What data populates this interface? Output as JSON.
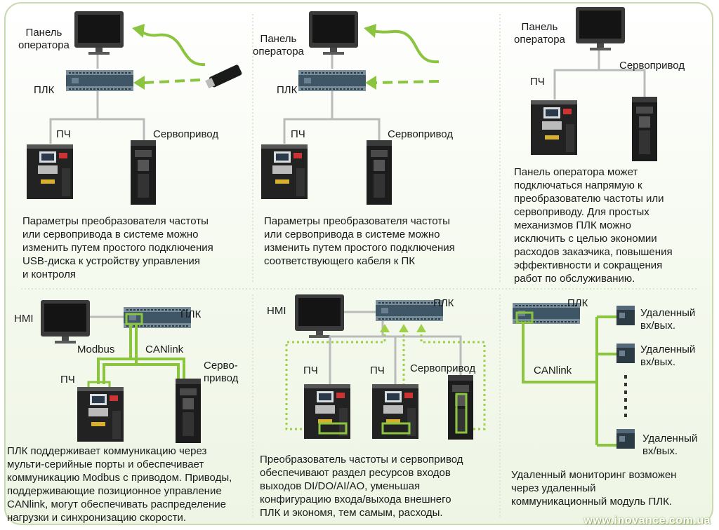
{
  "panels": {
    "p1": {
      "panel_label": "Панель\nоператора",
      "plc": "ПЛК",
      "vfd": "ПЧ",
      "servo": "Сервопривод",
      "text": "Параметры преобразователя частоты\nили сервопривода в системе можно\nизменить путем простого подключения\nUSB-диска к устройству управления\nи контроля"
    },
    "p2": {
      "panel_label": "Панель\nоператора",
      "plc": "ПЛК",
      "vfd": "ПЧ",
      "servo": "Сервопривод",
      "text": "Параметры преобразователя частоты\nили сервопривода в системе можно\nизменить путем простого подключения\nсоответствующего кабеля к ПК"
    },
    "p3": {
      "panel_label": "Панель\nоператора",
      "vfd": "ПЧ",
      "servo": "Сервопривод",
      "text": "Панель оператора может\nподключаться напрямую к\nпреобразователю частоты или\nсервоприводу. Для простых\nмеханизмов ПЛК можно\nисключить с целью экономии\nрасходов заказчика, повышения\nэффективности и сокращения\nработ по обслуживанию."
    },
    "p4": {
      "hmi": "HMI",
      "plc": "ПЛК",
      "modbus": "Modbus",
      "canlink": "CANlink",
      "vfd": "ПЧ",
      "servo": "Серво-\nпривод",
      "text": "ПЛК поддерживает коммуникацию через\nмульти-серийные порты и обеспечивает\nкоммуникацию Modbus с приводом. Приводы,\nподдерживающие позиционное управление\nCANlink, могут обеспечивать распределение\n  нагрузки и синхронизацию скорости."
    },
    "p5": {
      "hmi": "HMI",
      "plc": "ПЛК",
      "vfd1": "ПЧ",
      "vfd2": "ПЧ",
      "servo": "Сервопривод",
      "text": "Преобразователь частоты и сервопривод\n обеспечивают раздел ресурсов входов\nвыходов DI/DO/AI/AO, уменьшая\nконфигурацию входа/выхода внешнего\nПЛК и экономя, тем самым, расходы."
    },
    "p6": {
      "plc": "ПЛК",
      "canlink": "CANlink",
      "io1": "Удаленный\nвх/вых.",
      "io2": "Удаленный\nвх/вых.",
      "io3": "Удаленный\nвх/вых.",
      "text": "Удаленный мониторинг возможен\nчерез удаленный\nкоммуникационный модуль ПЛК."
    }
  },
  "footer": "www.inovance.com.ua",
  "colors": {
    "green": "#8bc53f",
    "wire": "#bbbbbb",
    "dotted": "#9fd04a"
  }
}
